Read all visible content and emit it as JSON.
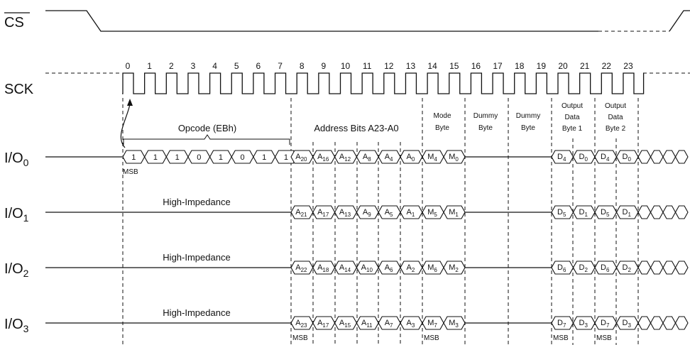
{
  "signals": {
    "cs": "CS",
    "sck": "SCK",
    "io": [
      {
        "base": "I/O",
        "sub": "0"
      },
      {
        "base": "I/O",
        "sub": "1"
      },
      {
        "base": "I/O",
        "sub": "2"
      },
      {
        "base": "I/O",
        "sub": "3"
      }
    ]
  },
  "clock_numbers": [
    "0",
    "1",
    "2",
    "3",
    "4",
    "5",
    "6",
    "7",
    "8",
    "9",
    "10",
    "11",
    "12",
    "13",
    "14",
    "15",
    "16",
    "17",
    "18",
    "19",
    "20",
    "21",
    "22",
    "23"
  ],
  "phases": {
    "opcode": "Opcode (EBh)",
    "address": "Address Bits A23-A0",
    "mode": [
      "Mode",
      "Byte"
    ],
    "dummy1": [
      "Dummy",
      "Byte"
    ],
    "dummy2": [
      "Dummy",
      "Byte"
    ],
    "output1": [
      "Output",
      "Data",
      "Byte 1"
    ],
    "output2": [
      "Output",
      "Data",
      "Byte 2"
    ]
  },
  "high_impedance": "High-Impedance",
  "msb": "MSB",
  "opcode_bits": [
    "1",
    "1",
    "1",
    "0",
    "1",
    "0",
    "1",
    "1"
  ],
  "lanes": [
    {
      "address": [
        [
          "A",
          "20"
        ],
        [
          "A",
          "16"
        ],
        [
          "A",
          "12"
        ],
        [
          "A",
          "8"
        ],
        [
          "A",
          "4"
        ],
        [
          "A",
          "0"
        ]
      ],
      "mode": [
        [
          "M",
          "4"
        ],
        [
          "M",
          "0"
        ]
      ],
      "out1": [
        [
          "D",
          "4"
        ],
        [
          "D",
          "0"
        ]
      ],
      "out2": [
        [
          "D",
          "4"
        ],
        [
          "D",
          "0"
        ]
      ]
    },
    {
      "address": [
        [
          "A",
          "21"
        ],
        [
          "A",
          "17"
        ],
        [
          "A",
          "13"
        ],
        [
          "A",
          "9"
        ],
        [
          "A",
          "5"
        ],
        [
          "A",
          "1"
        ]
      ],
      "mode": [
        [
          "M",
          "5"
        ],
        [
          "M",
          "1"
        ]
      ],
      "out1": [
        [
          "D",
          "5"
        ],
        [
          "D",
          "1"
        ]
      ],
      "out2": [
        [
          "D",
          "5"
        ],
        [
          "D",
          "1"
        ]
      ]
    },
    {
      "address": [
        [
          "A",
          "22"
        ],
        [
          "A",
          "18"
        ],
        [
          "A",
          "14"
        ],
        [
          "A",
          "10"
        ],
        [
          "A",
          "6"
        ],
        [
          "A",
          "2"
        ]
      ],
      "mode": [
        [
          "M",
          "6"
        ],
        [
          "M",
          "2"
        ]
      ],
      "out1": [
        [
          "D",
          "6"
        ],
        [
          "D",
          "2"
        ]
      ],
      "out2": [
        [
          "D",
          "6"
        ],
        [
          "D",
          "2"
        ]
      ]
    },
    {
      "address": [
        [
          "A",
          "23"
        ],
        [
          "A",
          "17"
        ],
        [
          "A",
          "15"
        ],
        [
          "A",
          "11"
        ],
        [
          "A",
          "7"
        ],
        [
          "A",
          "3"
        ]
      ],
      "mode": [
        [
          "M",
          "7"
        ],
        [
          "M",
          "3"
        ]
      ],
      "out1": [
        [
          "D",
          "7"
        ],
        [
          "D",
          "3"
        ]
      ],
      "out2": [
        [
          "D",
          "7"
        ],
        [
          "D",
          "3"
        ]
      ]
    }
  ]
}
